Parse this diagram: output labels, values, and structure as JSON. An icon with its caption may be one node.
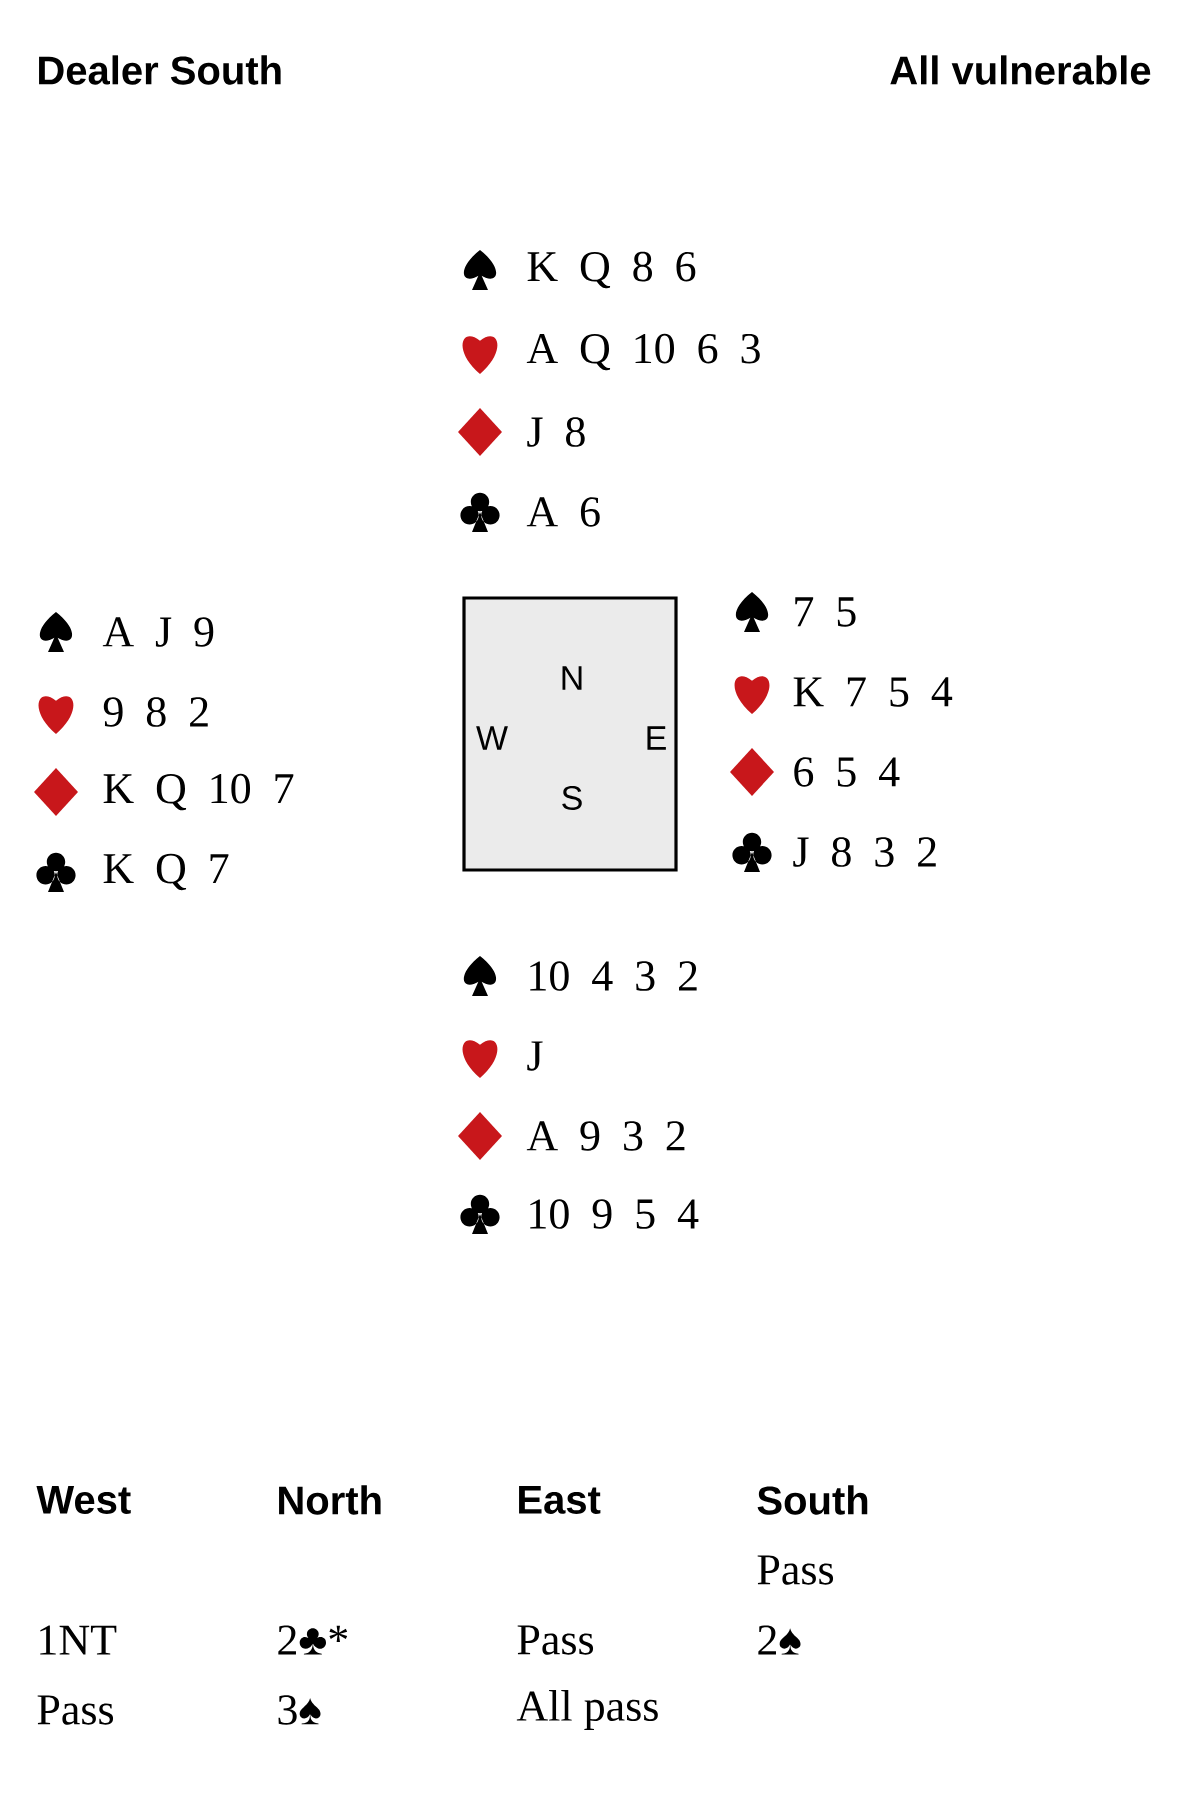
{
  "diagram": {
    "nodes": [
      {
        "text": [
          "N",
          "W",
          "E",
          "S"
        ]
      }
    ],
    "edges": [],
    "labels": [
      "Dealer South",
      "All vulnerable",
      "K Q 8 6",
      "A Q 10 6 3",
      "J 8",
      "A 6",
      "A J 9",
      "9 8 2",
      "K Q 10 7",
      "K Q 7",
      "7 5",
      "K 7 5 4",
      "6 5 4",
      "J 8 3 2",
      "10 4 3 2",
      "J",
      "A 9 3 2",
      "10 9 5 4",
      "West",
      "North",
      "East",
      "South",
      "Pass",
      "1NT",
      "2♣*",
      "Pass",
      "2♠",
      "Pass",
      "3♠",
      "All pass"
    ]
  }
}
